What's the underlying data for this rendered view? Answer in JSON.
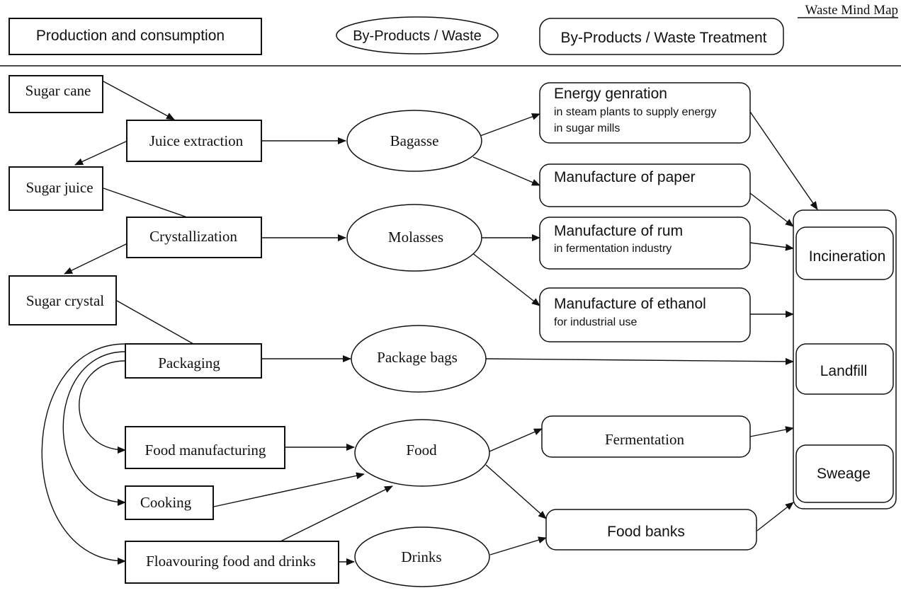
{
  "title": "Waste Mind Map",
  "legend": {
    "production": "Production and consumption",
    "byproducts": "By-Products / Waste",
    "treatment": "By-Products / Waste Treatment"
  },
  "production": {
    "sugar_cane": "Sugar cane",
    "juice_extraction": "Juice extraction",
    "sugar_juice": "Sugar juice",
    "crystallization": "Crystallization",
    "sugar_crystal": "Sugar crystal",
    "packaging": "Packaging",
    "food_manufacturing": "Food manufacturing",
    "cooking": "Cooking",
    "flavouring": "Floavouring food and drinks"
  },
  "byproducts": {
    "bagasse": "Bagasse",
    "molasses": "Molasses",
    "package_bags": "Package bags",
    "food": "Food",
    "drinks": "Drinks"
  },
  "treatment": {
    "energy_title": "Energy genration",
    "energy_sub1": "in steam plants to supply energy",
    "energy_sub2": "in sugar mills",
    "paper": "Manufacture of paper",
    "rum_title": "Manufacture of rum",
    "rum_sub": "in fermentation industry",
    "ethanol_title": "Manufacture of ethanol",
    "ethanol_sub": "for industrial use",
    "fermentation": "Fermentation",
    "food_banks": "Food banks"
  },
  "final": {
    "incineration": "Incineration",
    "landfill": "Landfill",
    "sweage": "Sweage"
  }
}
